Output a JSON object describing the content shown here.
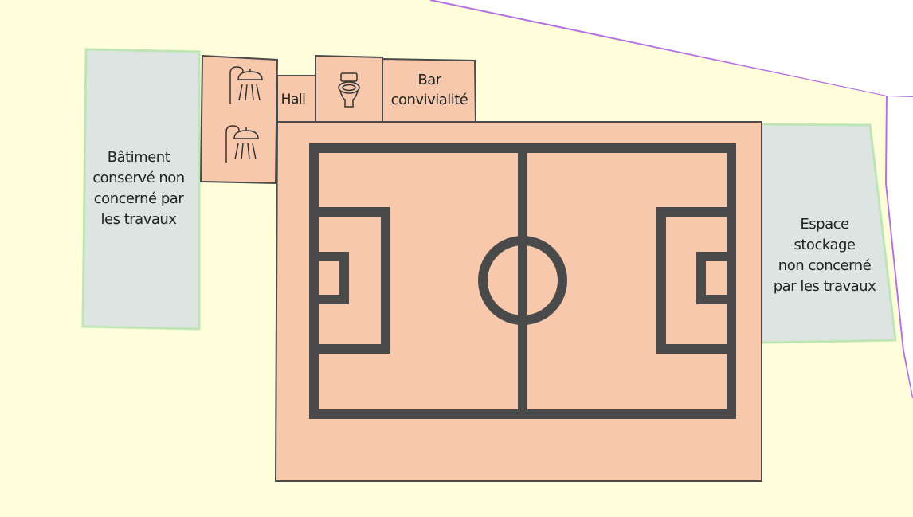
{
  "map": {
    "colors": {
      "background": "#fefedb",
      "site_boundary": "#b46ee6",
      "existing_building_fill": "#dce5e2",
      "existing_building_stroke": "#bfe5b5",
      "project_fill": "#f7c8ab",
      "project_stroke": "#4a4a4a"
    },
    "labels": {
      "batiment": [
        "Bâtiment",
        "conservé non",
        "concerné par",
        "les travaux"
      ],
      "espace_stockage": [
        "Espace",
        "stockage",
        "non concerné",
        "par les travaux"
      ],
      "hall": "Hall",
      "bar": [
        "Bar",
        "convivialité"
      ]
    },
    "icons": [
      "shower-icon",
      "shower-icon",
      "toilet-icon",
      "football-pitch-icon"
    ]
  }
}
